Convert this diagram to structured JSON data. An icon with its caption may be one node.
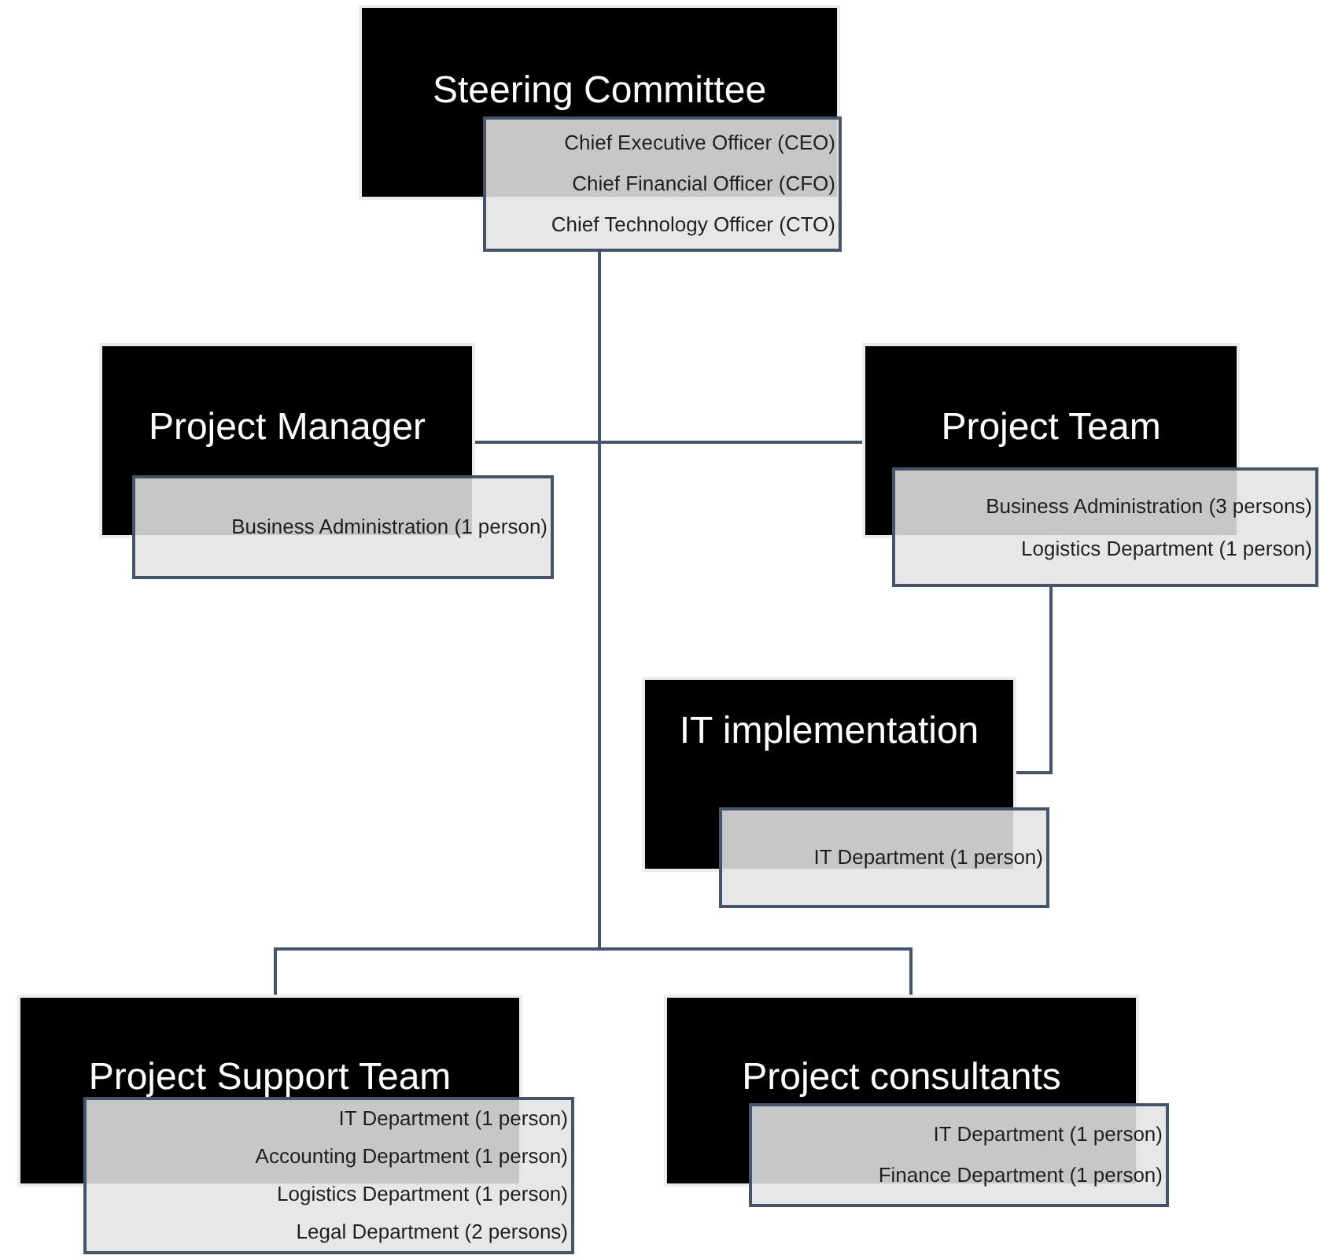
{
  "diagram": {
    "nodes": [
      {
        "text": [
          "Steering Committee"
        ]
      },
      {
        "text": [
          "Chief Executive Officer (CEO)",
          "Chief Financial Officer (CFO)",
          "Chief Technology Officer (CTO)"
        ]
      },
      {
        "text": [
          "Project Manager"
        ]
      },
      {
        "text": [
          "Business Administration (1 person)"
        ]
      },
      {
        "text": [
          "Project Team"
        ]
      },
      {
        "text": [
          "Business Administration (3 persons)",
          "Logistics Department (1 person)"
        ]
      },
      {
        "text": [
          "IT implementation"
        ]
      },
      {
        "text": [
          "IT Department (1 person)"
        ]
      },
      {
        "text": [
          "Project Support Team"
        ]
      },
      {
        "text": [
          "IT Department (1 person)",
          "Accounting Department (1 person)",
          "Logistics Department (1 person)",
          "Legal Department (2 persons)"
        ]
      },
      {
        "text": [
          "Project consultants"
        ]
      },
      {
        "text": [
          "IT Department (1 person)",
          "Finance Department (1 person)"
        ]
      }
    ],
    "edges": [
      {
        "from": 1,
        "to": 2,
        "arrow": "none"
      },
      {
        "from": 1,
        "to": 4,
        "arrow": "none"
      },
      {
        "from": 5,
        "to": 6,
        "arrow": "none"
      },
      {
        "from": 1,
        "to": 8,
        "arrow": "none"
      },
      {
        "from": 1,
        "to": 10,
        "arrow": "none"
      }
    ]
  }
}
